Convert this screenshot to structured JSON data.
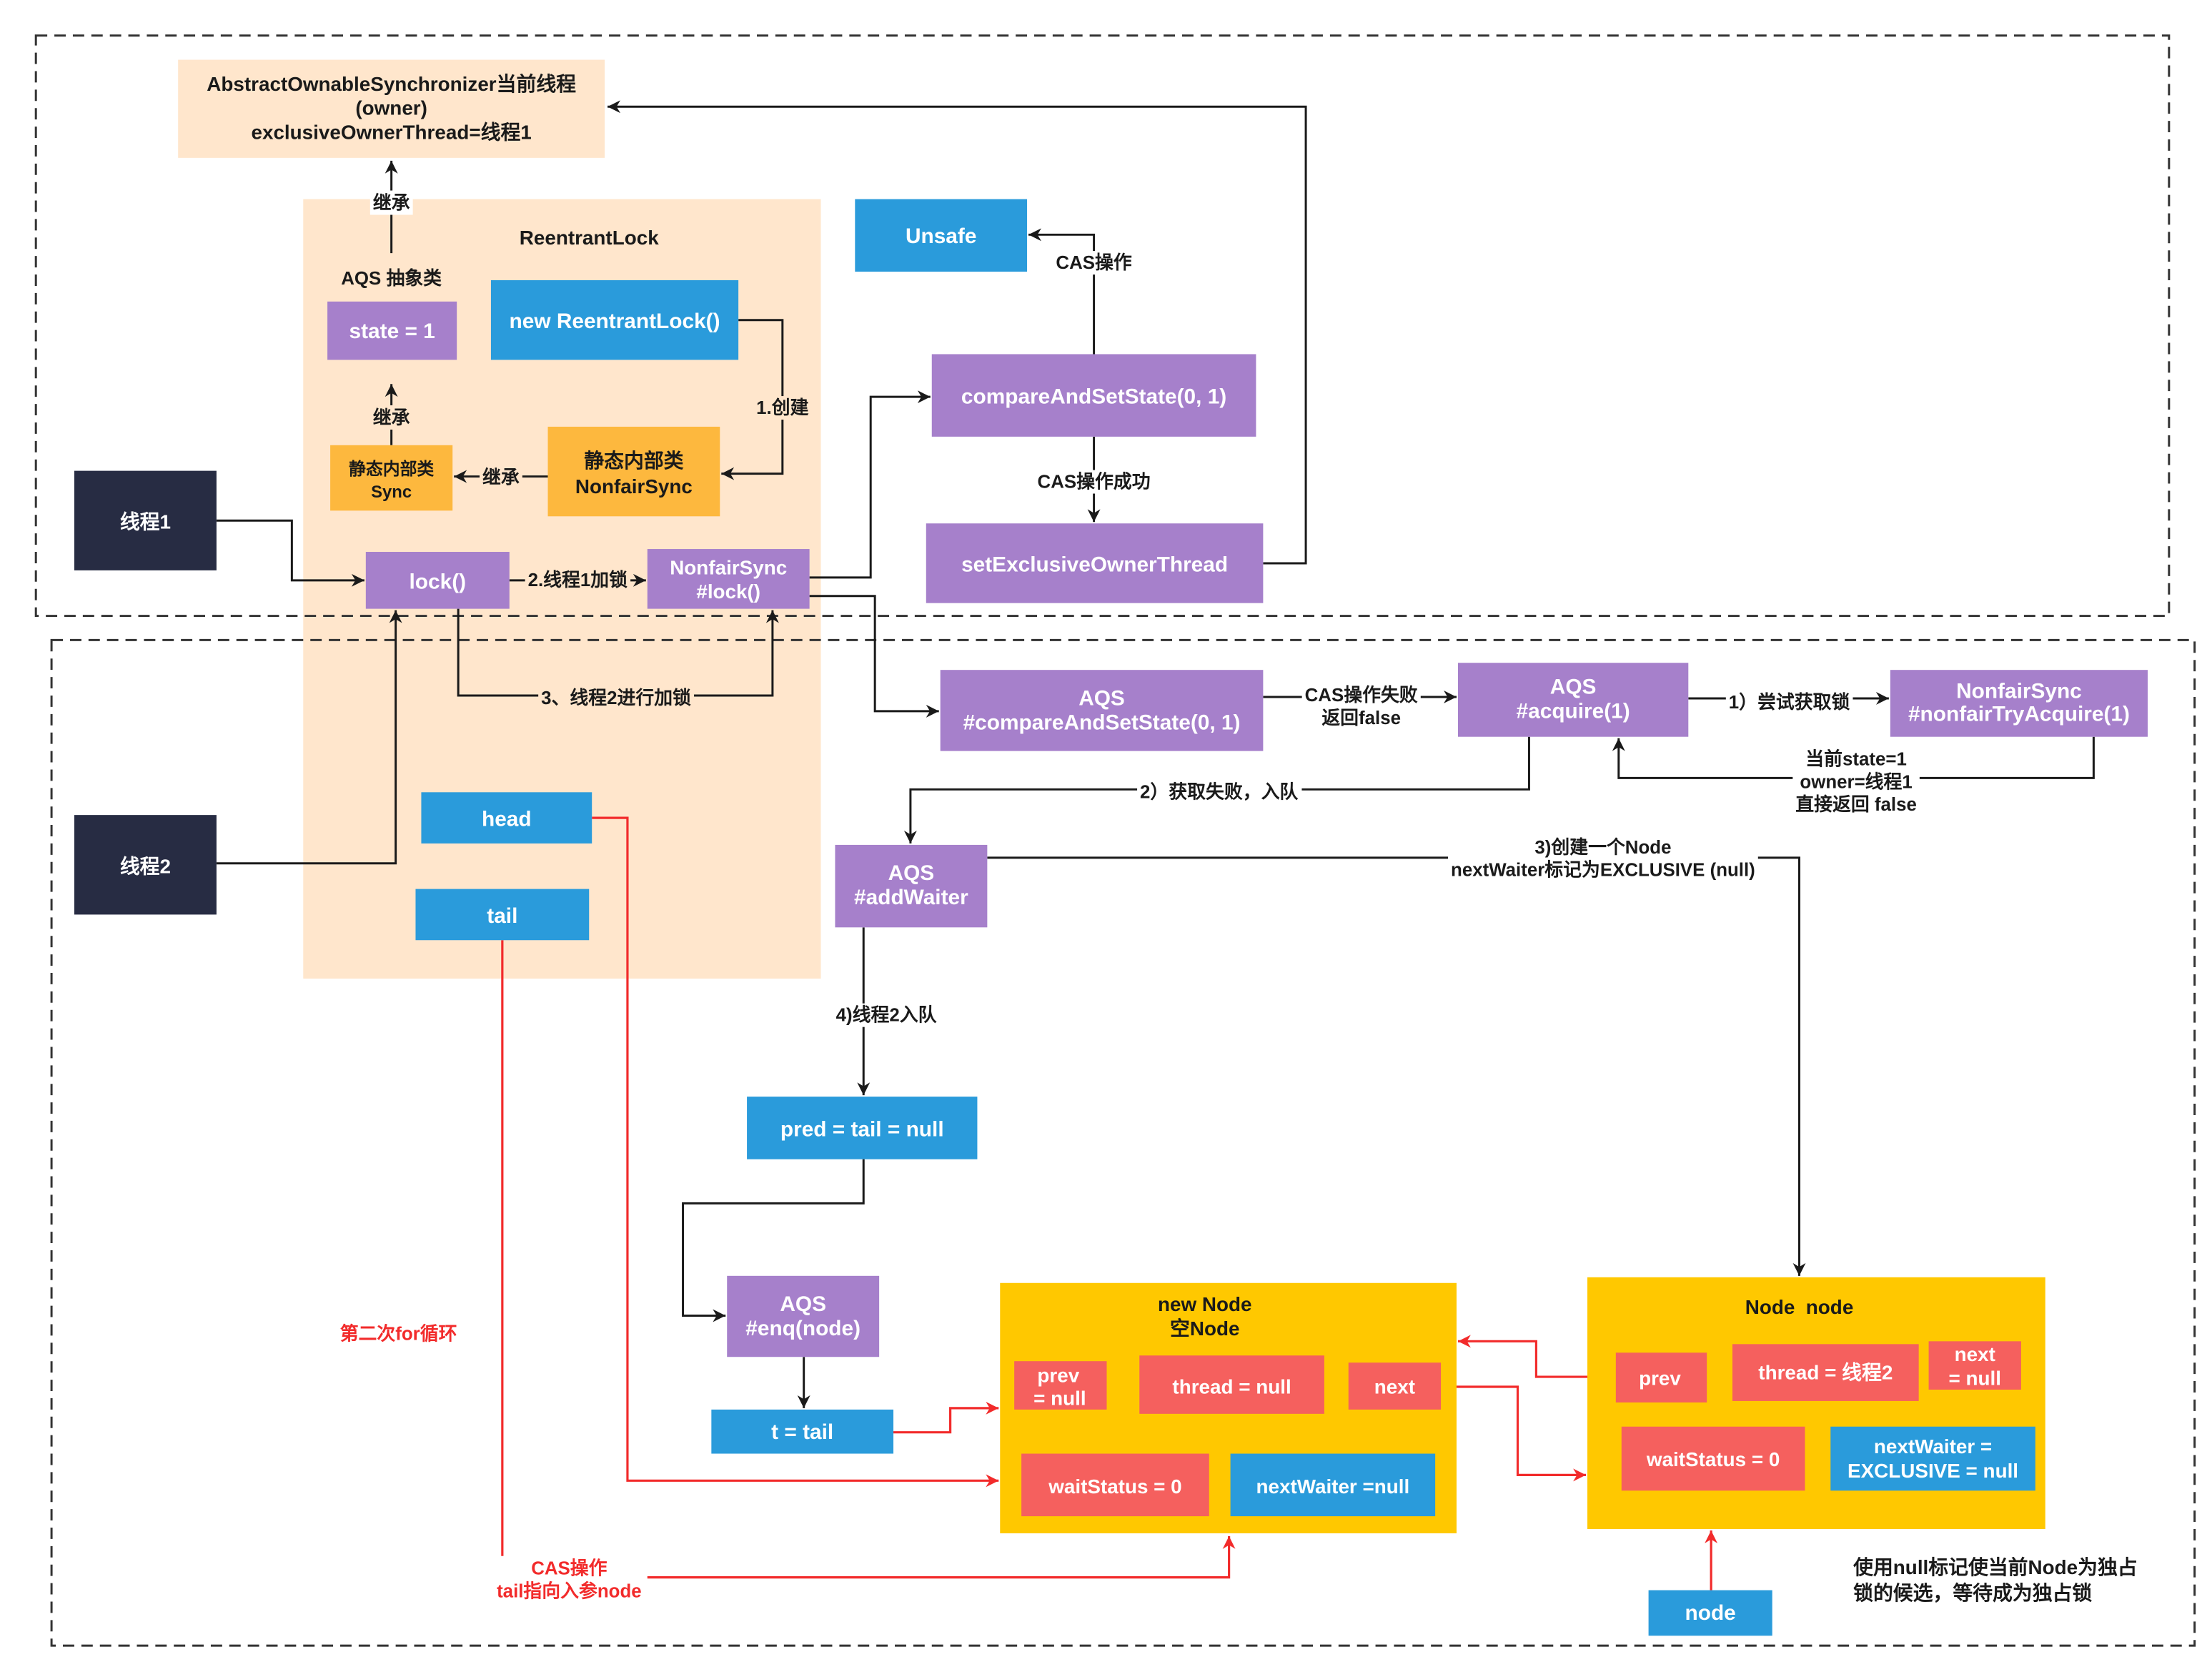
{
  "colors": {
    "purple": "#A680CB",
    "blue": "#2A9BDB",
    "navy": "#272C43",
    "orange": "#FDB83E",
    "gold": "#FFC800",
    "red": "#F5605E",
    "peach": "#FFE6CC",
    "line_red": "#F22B2B"
  },
  "owner": {
    "line1": "AbstractOwnableSynchronizer当前线程",
    "line2": "(owner)",
    "line3": "exclusiveOwnerThread=线程1"
  },
  "reentrant_lock": {
    "title": "ReentrantLock",
    "aqs_label": "AQS 抽象类",
    "state": "state = 1",
    "new_lock": "new ReentrantLock()",
    "nonfair_sync": {
      "line1": "静态内部类",
      "line2": "NonfairSync"
    },
    "sync": {
      "line1": "静态内部类",
      "line2": "Sync"
    },
    "lock": "lock()",
    "nonfair_lock": {
      "line1": "NonfairSync",
      "line2": "#lock()"
    },
    "head": "head",
    "tail": "tail"
  },
  "threads": {
    "thread1": "线程1",
    "thread2": "线程2"
  },
  "unsafe": "Unsafe",
  "cas": "compareAndSetState(0, 1)",
  "set_owner": "setExclusiveOwnerThread",
  "aqs_cas": {
    "line1": "AQS",
    "line2": "#compareAndSetState(0, 1)"
  },
  "aqs_acquire": {
    "line1": "AQS",
    "line2": "#acquire(1)"
  },
  "nonfair_try": {
    "line1": "NonfairSync",
    "line2": "#nonfairTryAcquire(1)"
  },
  "aqs_add_waiter": {
    "line1": "AQS",
    "line2": "#addWaiter"
  },
  "pred": "pred = tail = null",
  "aqs_enq": {
    "line1": "AQS",
    "line2": "#enq(node)"
  },
  "t_tail": "t = tail",
  "new_node": {
    "title1": "new Node",
    "title2": "空Node",
    "prev": [
      "prev",
      "= null"
    ],
    "thread": "thread = null",
    "next": "next",
    "wait_status": "waitStatus = 0",
    "next_waiter": "nextWaiter =null"
  },
  "node": {
    "title": "Node  node",
    "prev": "prev",
    "thread": "thread = 线程2",
    "next": [
      "next",
      "= null"
    ],
    "wait_status": "waitStatus = 0",
    "next_waiter": [
      "nextWaiter =",
      "EXCLUSIVE = null"
    ]
  },
  "node_ref": "node",
  "edge_labels": {
    "inherit_owner": "继承",
    "create": "1.创建",
    "inherit_nonfair": "继承",
    "inherit_sync": "继承",
    "thread1_lock": "2.线程1加锁",
    "thread2_lock": "3、线程2进行加锁",
    "cas_op": "CAS操作",
    "cas_success": "CAS操作成功",
    "cas_fail": [
      "CAS操作失败",
      "返回false"
    ],
    "try_acquire": "1）尝试获取锁",
    "try_result": [
      "当前state=1",
      "owner=线程1",
      "直接返回 false"
    ],
    "enqueue_fail": "2）获取失败，入队",
    "create_node": [
      "3)创建一个Node",
      "nextWaiter标记为EXCLUSIVE (null)"
    ],
    "thread2_enqueue": "4)线程2入队",
    "tail_cas": [
      "CAS操作",
      "tail指向入参node"
    ]
  },
  "notes": {
    "second_loop": "第二次for循环",
    "exclusive_note": [
      "使用null标记使当前Node为独占",
      "锁的候选，等待成为独占锁"
    ]
  }
}
